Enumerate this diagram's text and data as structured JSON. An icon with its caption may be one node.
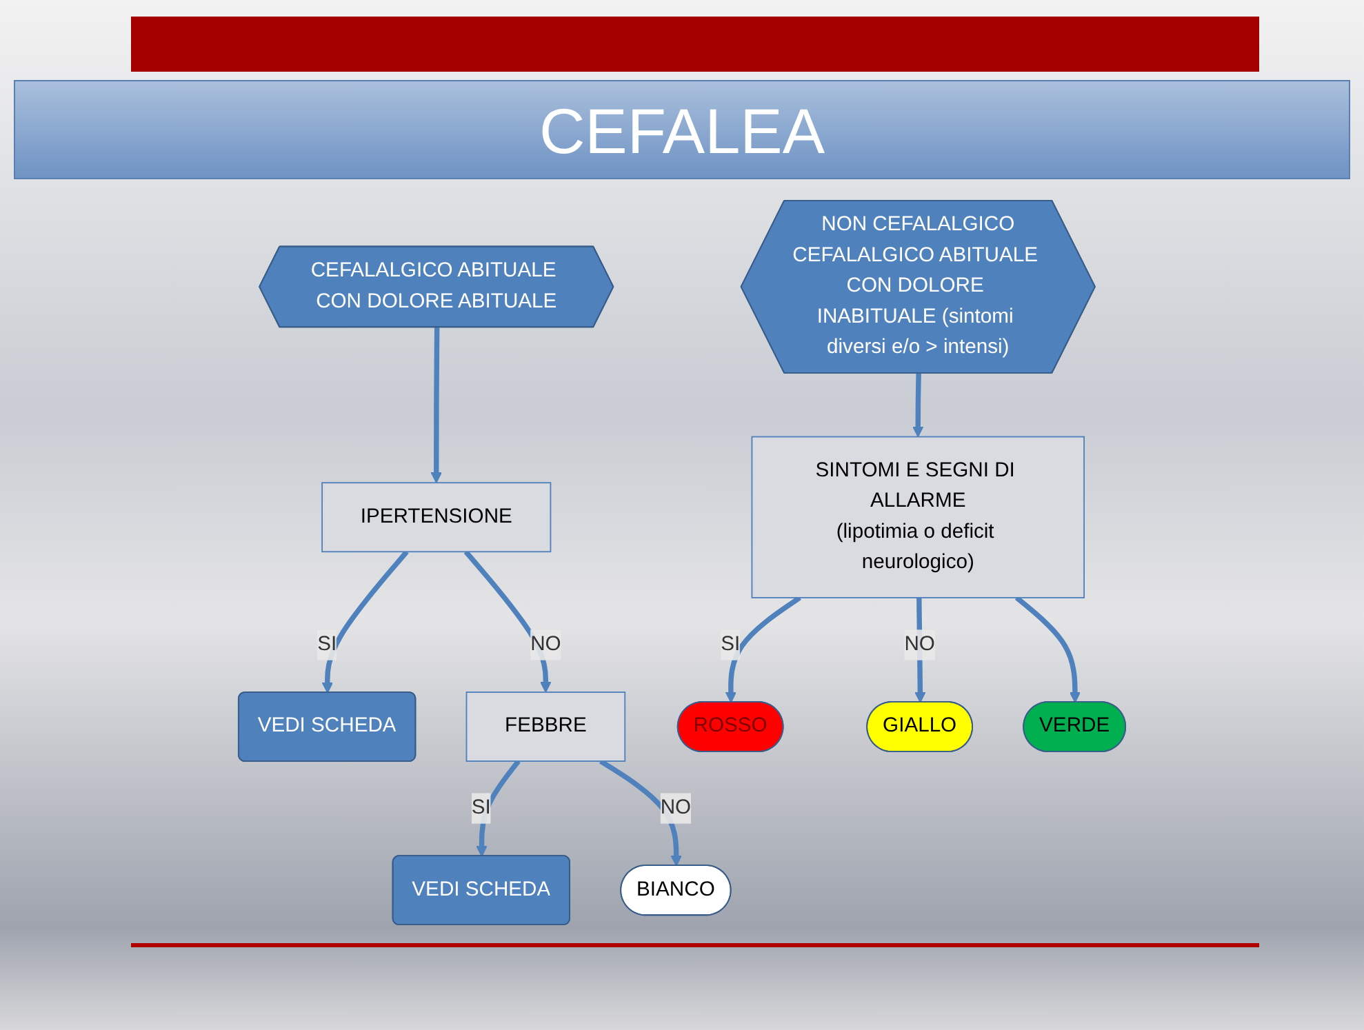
{
  "diagram": {
    "title": "CEFALEA",
    "nodes": [
      {
        "text": [
          "CEFALALGICO ABITUALE CON DOLORE ABITUALE"
        ]
      },
      {
        "text": [
          "NON CEFALALGICO",
          "CEFALALGICO ABITUALE CON DOLORE INABITUALE (sintomi diversi e/o > intensi)"
        ]
      },
      {
        "text": [
          "IPERTENSIONE"
        ]
      },
      {
        "text": [
          "SINTOMI E SEGNI DI ALLARME",
          "(lipotimia o deficit neurologico)"
        ]
      },
      {
        "text": [
          "VEDI SCHEDA"
        ]
      },
      {
        "text": [
          "FEBBRE"
        ]
      },
      {
        "text": [
          "VEDI SCHEDA"
        ]
      },
      {
        "text": [
          "BIANCO"
        ]
      },
      {
        "text": [
          "ROSSO"
        ]
      },
      {
        "text": [
          "GIALLO"
        ]
      },
      {
        "text": [
          "VERDE"
        ]
      }
    ],
    "edges": [
      {
        "from": 0,
        "to": 2,
        "arrow": "to"
      },
      {
        "from": 1,
        "to": 3,
        "arrow": "to"
      },
      {
        "from": 2,
        "to": 4,
        "arrow": "to",
        "label": "SI"
      },
      {
        "from": 2,
        "to": 5,
        "arrow": "to",
        "label": "NO"
      },
      {
        "from": 5,
        "to": 6,
        "arrow": "to",
        "label": "SI"
      },
      {
        "from": 5,
        "to": 7,
        "arrow": "to",
        "label": "NO"
      },
      {
        "from": 3,
        "to": 8,
        "arrow": "to",
        "label": "SI"
      },
      {
        "from": 3,
        "to": 9,
        "arrow": "to",
        "label": "NO"
      },
      {
        "from": 3,
        "to": 10,
        "arrow": "to"
      }
    ]
  }
}
